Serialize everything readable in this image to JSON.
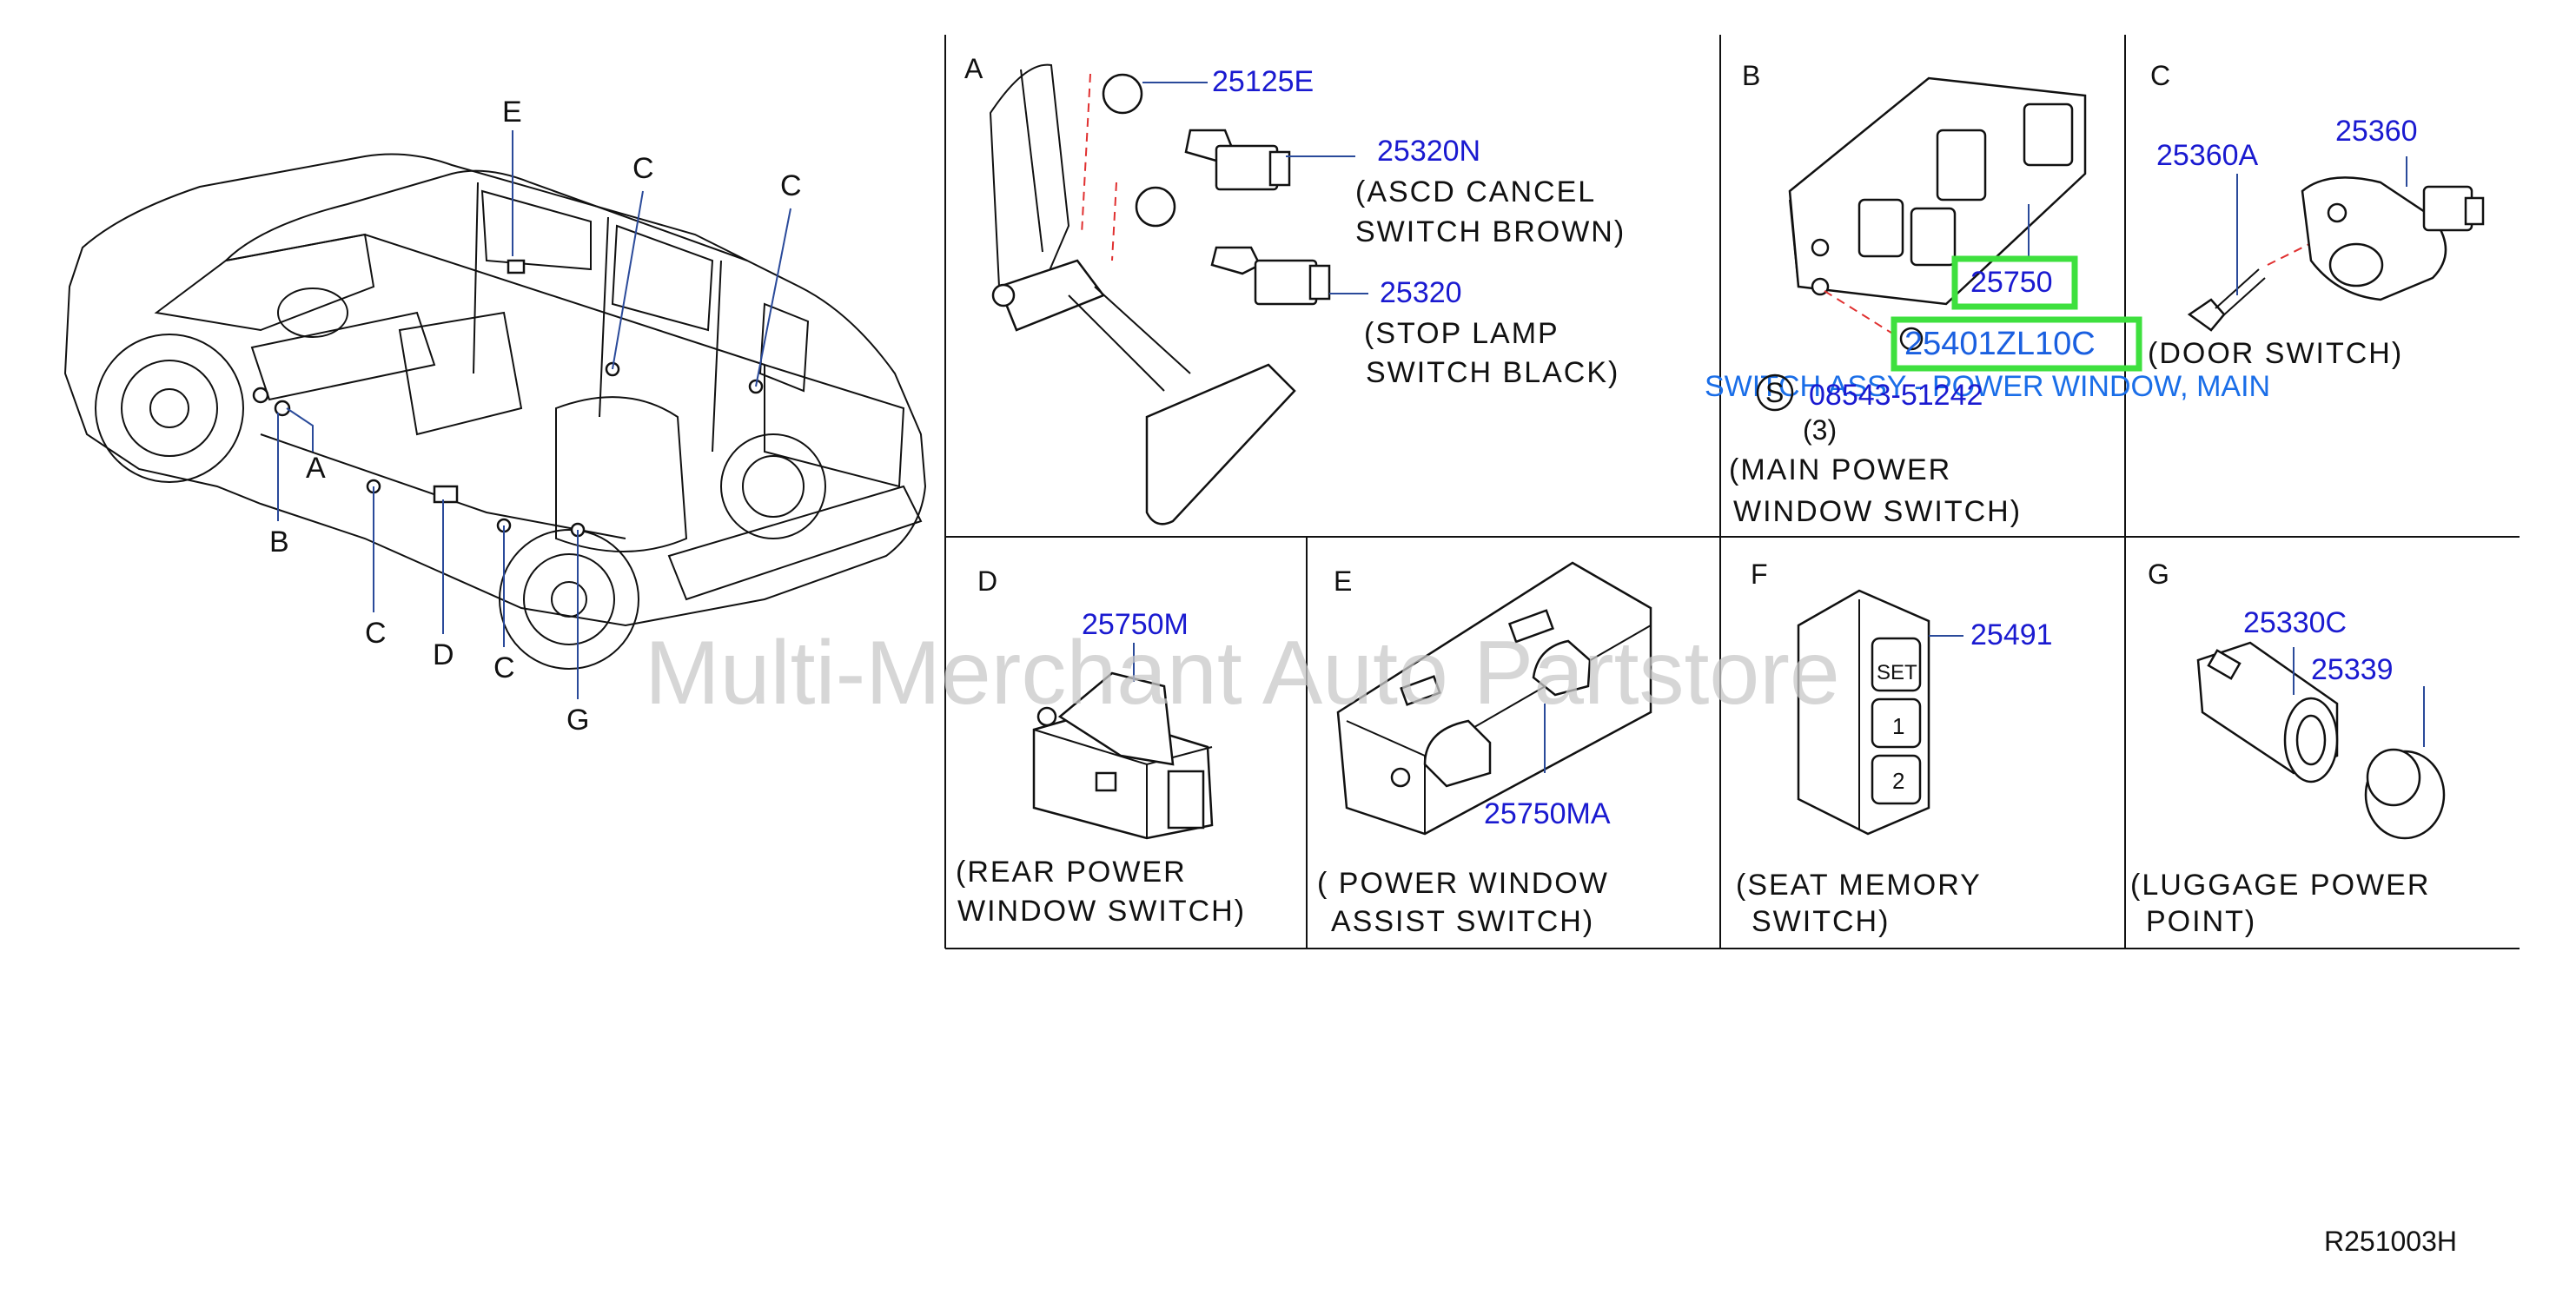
{
  "vehicle_letters": [
    "E",
    "C",
    "C",
    "A",
    "B",
    "C",
    "D",
    "C",
    "G"
  ],
  "sections": {
    "A": {
      "letter": "A",
      "parts": [
        "25125E",
        "25320N",
        "25320"
      ],
      "desc1": [
        "(ASCD  CANCEL",
        "SWITCH  BROWN)"
      ],
      "desc2": [
        "(STOP  LAMP",
        "SWITCH  BLACK)"
      ]
    },
    "B": {
      "letter": "B",
      "parts": [
        "25750"
      ],
      "highlight_part": "25401ZL10C",
      "callout": "SWITCH ASSY - POWER WINDOW, MAIN",
      "screw_symbol": "S",
      "screw_number": "08543-51242",
      "screw_qty": "(3)",
      "desc": [
        "(MAIN  POWER",
        "WINDOW  SWITCH)"
      ]
    },
    "C": {
      "letter": "C",
      "parts": [
        "25360A",
        "25360"
      ],
      "desc": [
        "(DOOR  SWITCH)"
      ]
    },
    "D": {
      "letter": "D",
      "parts": [
        "25750M"
      ],
      "desc": [
        "(REAR  POWER",
        "WINDOW  SWITCH)"
      ]
    },
    "E": {
      "letter": "E",
      "parts": [
        "25750MA"
      ],
      "desc": [
        "(  POWER  WINDOW",
        "ASSIST  SWITCH)"
      ]
    },
    "F": {
      "letter": "F",
      "parts": [
        "25491"
      ],
      "buttons": [
        "SET",
        "1",
        "2"
      ],
      "desc": [
        "(SEAT  MEMORY",
        "SWITCH)"
      ]
    },
    "G": {
      "letter": "G",
      "parts": [
        "25330C",
        "25339"
      ],
      "desc": [
        "(LUGGAGE  POWER",
        "POINT)"
      ]
    }
  },
  "watermark": "Multi-Merchant Auto Partstore",
  "diagram_ref": "R251003H",
  "colors": {
    "part_number": "#1a1ad0",
    "highlight_box": "#3ee03e",
    "callout": "#1a6ee8",
    "leader_dash": "#e03030",
    "watermark": "#c8c8c8"
  }
}
